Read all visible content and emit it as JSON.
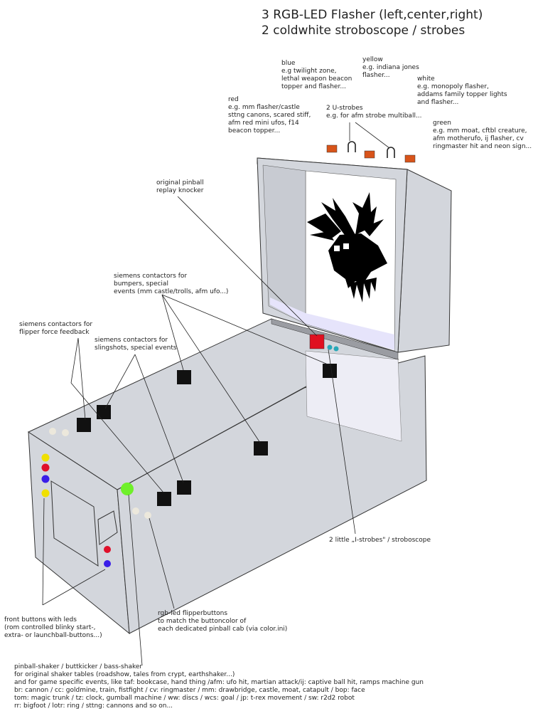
{
  "title": {
    "line1": "3 RGB-LED Flasher (left,center,right)",
    "line2": "2 coldwhite stroboscope / strobes"
  },
  "labels": {
    "blue": "blue\ne.g twilight zone,\nlethal weapon beacon\ntopper and flasher...",
    "yellow": "yellow\ne.g. indiana jones\nflasher...",
    "white": "white\ne.g. monopoly flasher,\naddams family topper lights\nand flasher...",
    "red": "red\ne.g. mm flasher/castle\nsttng canons, scared stiff,\nafm red mini ufos, f14\nbeacon topper...",
    "ustrobes": "2 U-strobes\ne.g. for afm strobe multiball...",
    "green": "green\ne.g. mm moat, cftbl creature,\nafm motherufo, ij flasher, cv\nringmaster hit and neon sign...",
    "knocker": "original pinball\nreplay knocker",
    "contactors_bumpers": "siemens contactors for\nbumpers, special\nevents (mm castle/trolls, afm ufo...)",
    "contactors_flipper": "siemens contactors for\nflipper force feedback",
    "contactors_slingshots": "siemens contactors for\nslingshots, special events",
    "istrobes": "2 little „I-strobes\" / stroboscope",
    "front_buttons": "front buttons with leds\n(rom controlled blinky start-,\nextra- or launchball-buttons...)",
    "flipperbuttons": "rgb-led flipperbuttons\nto match the buttoncolor of\neach dedicated pinball cab (via color.ini)",
    "shaker": "pinball-shaker / buttkicker / bass-shaker\nfor original shaker tables (roadshow, tales from crypt, earthshaker...)\nand for game specific events, like taf: bookcase, hand thing /afm: ufo hit, martian attack/ij: captive ball hit, ramps machine gun\nbr: cannon / cc: goldmine, train, fistfight / cv: ringmaster / mm: drawbridge, castle, moat, catapult / bop: face\ntom: magic trunk / tz: clock, gumball machine / ww: discs / wcs: goal / jp: t-rex movement / sw: r2d2 robot\nrr: bigfoot / lotr: ring / sttng: cannons and so on..."
  },
  "colors": {
    "cabinet": "#d3d6dc",
    "contactor": "#111111",
    "knocker": "#e01020",
    "flasher": "#d8541a",
    "flipperbutton": "#6ff02a",
    "screen_tint": "#e6e4fb",
    "istrobe": "#28a8b8"
  },
  "icons": {
    "logo": "stag-head-logo"
  }
}
